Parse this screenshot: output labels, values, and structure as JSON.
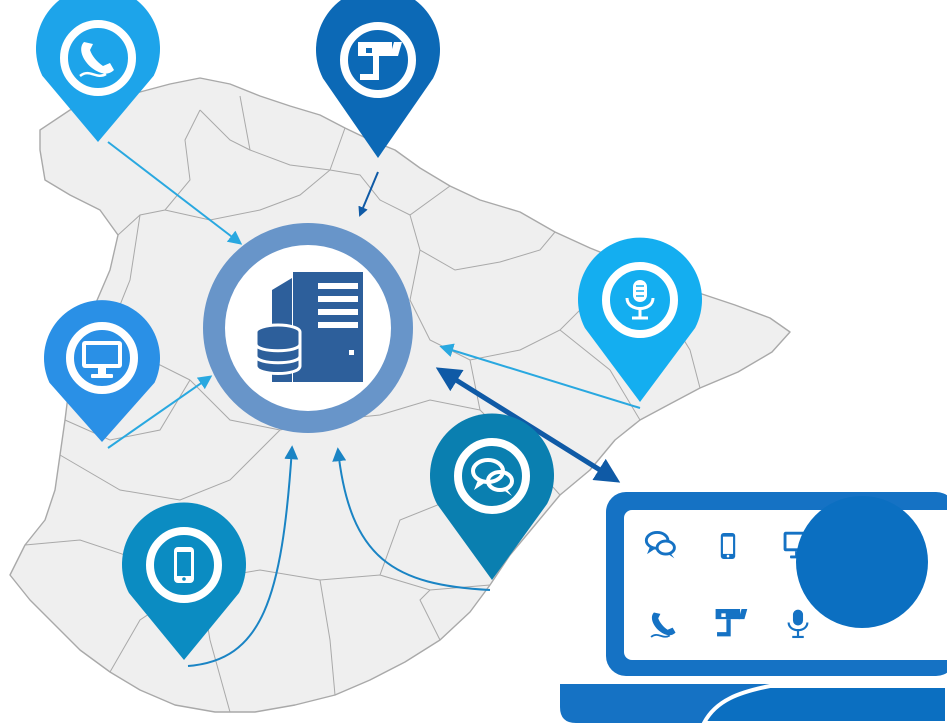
{
  "colors": {
    "map_fill": "#efefef",
    "map_stroke": "#a9a9a9",
    "server_ring": "#6895c9",
    "server_fill": "#ffffff",
    "server_icon": "#2d5f9b",
    "arrow_light": "#29a8e0",
    "arrow_dark": "#0f5aa6",
    "laptop": "#1572c4",
    "laptop_screen": "#ffffff",
    "laptop_icon": "#1572c4",
    "person": "#0b6fc1"
  },
  "pins": [
    {
      "id": "phone",
      "icon": "phone-icon",
      "color": "#1da4ea"
    },
    {
      "id": "camera",
      "icon": "security-camera-icon",
      "color": "#0c69b6"
    },
    {
      "id": "microphone",
      "icon": "microphone-icon",
      "color": "#14aef0"
    },
    {
      "id": "monitor",
      "icon": "monitor-icon",
      "color": "#2a90e6"
    },
    {
      "id": "chat",
      "icon": "chat-bubbles-icon",
      "color": "#0a7fb0"
    },
    {
      "id": "mobile",
      "icon": "mobile-phone-icon",
      "color": "#0b8cc2"
    }
  ],
  "server": {
    "icon": "server-database-icon"
  },
  "operator": {
    "laptop_icons": [
      "chat-bubbles-icon",
      "mobile-phone-icon",
      "monitor-icon",
      "phone-icon",
      "security-camera-icon",
      "microphone-icon"
    ]
  }
}
